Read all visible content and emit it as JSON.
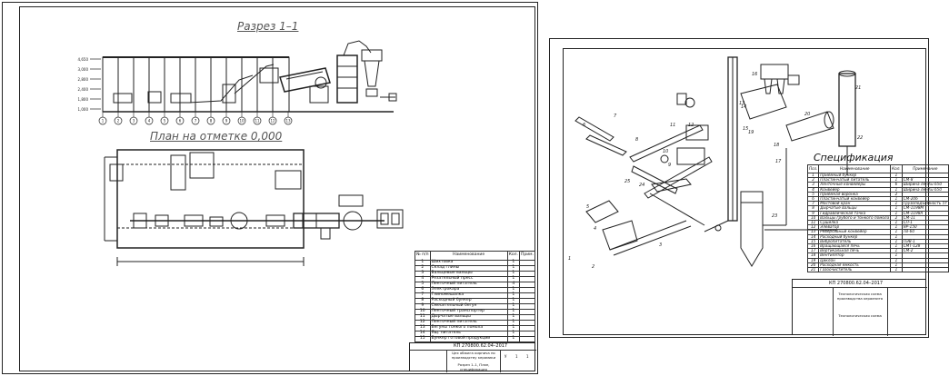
{
  "left_sheet": {
    "section_title": "Разрез 1–1",
    "plan_title": "План на отметке 0,000",
    "elevations": [
      "4,650",
      "3,000",
      "2,800",
      "2,400",
      "1,800",
      "1,000"
    ],
    "axis_numbers": [
      "1",
      "2",
      "3",
      "4",
      "5",
      "6",
      "7",
      "8",
      "9",
      "10",
      "11",
      "12",
      "13"
    ],
    "spec_table": {
      "headers": [
        "№ п/п",
        "Наименование",
        "Кол.",
        "Прим."
      ],
      "rows": [
        [
          "1",
          "Шихтовка",
          "1",
          ""
        ],
        [
          "2",
          "Склад глины",
          "1",
          ""
        ],
        [
          "3",
          "Вальцевые вальцы",
          "1",
          ""
        ],
        [
          "4",
          "Резательный пресс",
          "1",
          ""
        ],
        [
          "5",
          "Ленточный питатель",
          "4",
          ""
        ],
        [
          "6",
          "Электрокара",
          "1",
          ""
        ],
        [
          "7",
          "Глиномешалка",
          "1",
          ""
        ],
        [
          "8",
          "Расходный бункер",
          "1",
          ""
        ],
        [
          "9",
          "Смесительный бегун",
          "1",
          ""
        ],
        [
          "10",
          "Ленточный транспортер",
          "1",
          ""
        ],
        [
          "11",
          "Дырчатые вальцы",
          "1",
          ""
        ],
        [
          "12",
          "Ленточный питатель",
          "1",
          ""
        ],
        [
          "13",
          "Бегуны тонкого помола",
          "1",
          ""
        ],
        [
          "14",
          "Ящ. питатель",
          "1",
          ""
        ],
        [
          "15",
          "Бункер готовой продукции",
          "1",
          ""
        ]
      ]
    },
    "title_block": {
      "code": "КП 270800.62.04–2017",
      "description": "Цех обжига кирпича по производству керамики",
      "sheet_name": "Разрез 1–1, План, спецификация",
      "stage": "У",
      "sheet": "1",
      "sheets": "1"
    }
  },
  "right_sheet": {
    "spec_title": "Спецификация",
    "spec_headers": [
      "Поз.",
      "Наименование",
      "Кол.",
      "Примечание"
    ],
    "spec_rows": [
      [
        "1",
        "Приёмный бункер",
        "1",
        ""
      ],
      [
        "2",
        "Пластинчатый питатель",
        "1",
        "СМ-8"
      ],
      [
        "3",
        "Ленточные конвейеры",
        "6",
        "Ширина ленты 650"
      ],
      [
        "4",
        "Конвейер",
        "1",
        "Ширина ленты 650"
      ],
      [
        "5",
        "Приёмная воронка",
        "2",
        ""
      ],
      [
        "6",
        "Пластинчатый конвейер",
        "1",
        "СМ-206"
      ],
      [
        "7",
        "Мостовой кран",
        "1",
        "Грузоподъёмность 5т"
      ],
      [
        "8",
        "Дырчатые вальцы",
        "1",
        "СМ-1198М"
      ],
      [
        "9",
        "Гидравлическая тачка",
        "1",
        "СМ-1198А"
      ],
      [
        "10",
        "Вальцы грубого и тонкого помола",
        "2",
        "СМ-11"
      ],
      [
        "11",
        "Сушилка",
        "1",
        "СП-1"
      ],
      [
        "12",
        "Элеватор",
        "1",
        "ЯР-150"
      ],
      [
        "13",
        "Реверсивный конвейер",
        "1",
        "ТВ-60"
      ],
      [
        "14",
        "Расходный бункер",
        "1",
        ""
      ],
      [
        "15",
        "Вибропитатель",
        "1",
        "ПЭВ-1"
      ],
      [
        "16",
        "Вращающаяся печь",
        "1",
        "СМТ-128"
      ],
      [
        "17",
        "Вертикальная печь",
        "1",
        "СМ-2"
      ],
      [
        "18",
        "Вентилятор",
        "1",
        ""
      ],
      [
        "19",
        "Циклон",
        "1",
        ""
      ],
      [
        "20",
        "Расходная ёмкость",
        "1",
        ""
      ],
      [
        "21",
        "Газоочиститель",
        "1",
        ""
      ]
    ],
    "title_block": {
      "code": "КП 270800.62.04–2017",
      "description": "Технологическая схема производства керамзита",
      "sheet_name": "Технологическая схема"
    },
    "callouts": [
      "1",
      "2",
      "3",
      "4",
      "5",
      "6",
      "7",
      "8",
      "9",
      "10",
      "11",
      "12",
      "13",
      "14",
      "15",
      "16",
      "17",
      "18",
      "19",
      "20",
      "21",
      "22",
      "23",
      "24",
      "25"
    ]
  }
}
